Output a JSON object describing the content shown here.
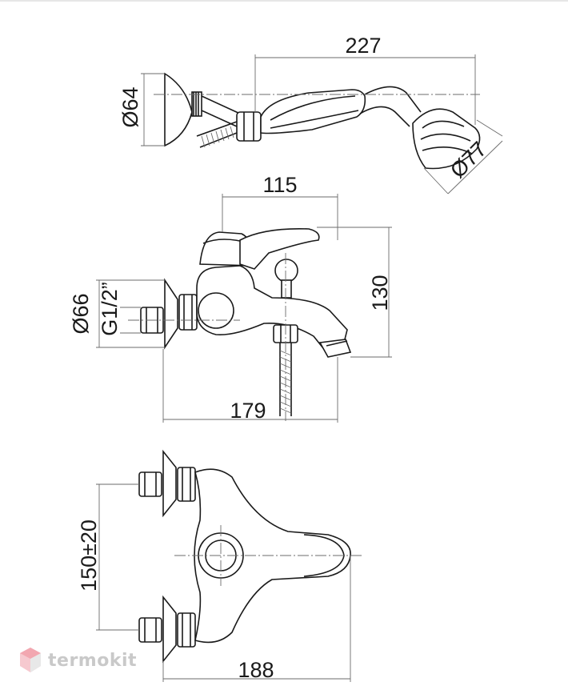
{
  "dimensions": {
    "hand_shower_length": "227",
    "holder_diameter": "Ø64",
    "shower_head_diameter": "Ø77",
    "spout_reach": "115",
    "height": "130",
    "flange_diameter": "Ø66",
    "thread": "G1/2”",
    "depth": "179",
    "center_distance": "150±20",
    "overall_width": "188"
  },
  "watermark": {
    "text": "termokit",
    "color": "#c9c9c9",
    "accent_color": "#f2a7b0"
  }
}
